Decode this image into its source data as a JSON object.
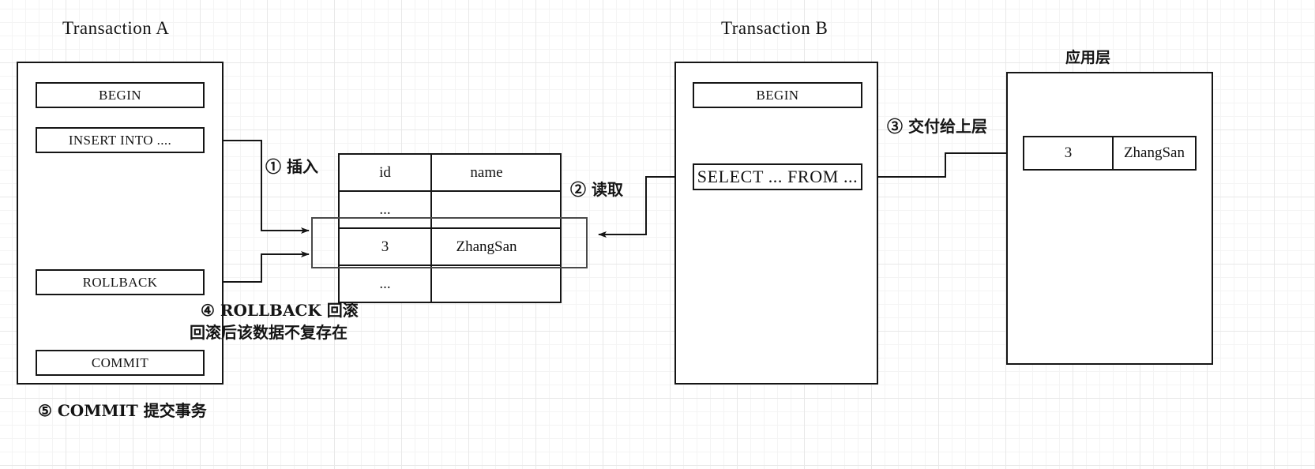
{
  "diagram": {
    "titles": {
      "transaction_a": "Transaction A",
      "transaction_b": "Transaction B",
      "app_layer": "应用层"
    },
    "transaction_a": {
      "statements": [
        {
          "label": "BEGIN"
        },
        {
          "label": "INSERT INTO ...."
        },
        {
          "label": "ROLLBACK"
        },
        {
          "label": "COMMIT"
        }
      ]
    },
    "transaction_b": {
      "statements": [
        {
          "label": "BEGIN"
        },
        {
          "label": "SELECT ... FROM ..."
        }
      ]
    },
    "db_table": {
      "columns": [
        "id",
        "name"
      ],
      "rows": [
        {
          "id": "...",
          "name": ""
        },
        {
          "id": "3",
          "name": "ZhangSan"
        },
        {
          "id": "...",
          "name": ""
        }
      ]
    },
    "app_record": {
      "id": "3",
      "name": "ZhangSan"
    },
    "annotations": {
      "step1": "① 插入",
      "step2": "② 读取",
      "step3": "③ 交付给上层",
      "step4_line1": "④ ROLLBACK 回滚",
      "step4_line2": "回滚后该数据不复存在",
      "step5": "⑤ COMMIT 提交事务"
    },
    "colors": {
      "ink": "#141414",
      "grid_major": "#e8e8e8",
      "grid_minor": "#f4f4f4",
      "highlight_stroke": "#4a4a4a",
      "paper": "#ffffff"
    }
  }
}
